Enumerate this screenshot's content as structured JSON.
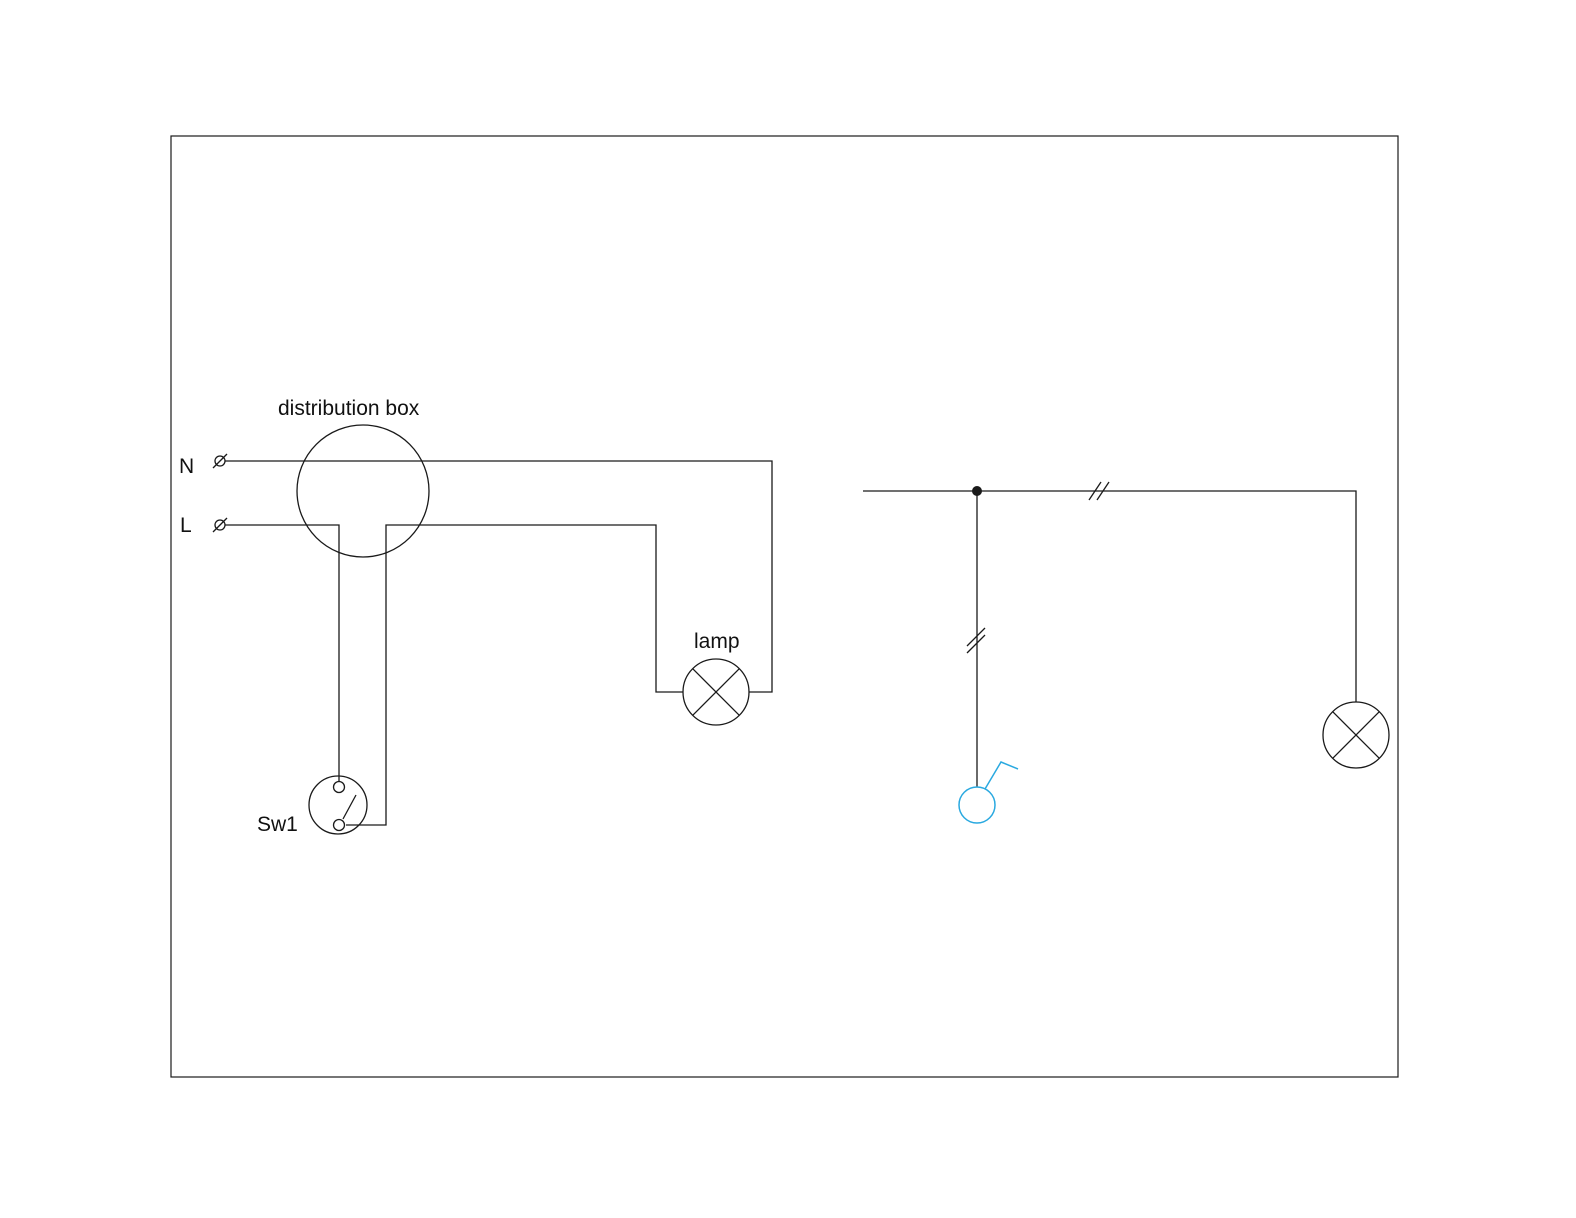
{
  "labels": {
    "distribution_box": "distribution box",
    "neutral": "N",
    "line": "L",
    "lamp": "lamp",
    "switch": "Sw1"
  },
  "colors": {
    "wire": "#1a1a1a",
    "switch_symbol_plan": "#2aa9e0",
    "background": "#ffffff"
  },
  "icons": {
    "terminal": "terminal-icon",
    "lamp": "lamp-icon",
    "switch": "switch-icon",
    "junction": "junction-dot-icon",
    "conductor_count": "two-wire-tick-icon"
  }
}
